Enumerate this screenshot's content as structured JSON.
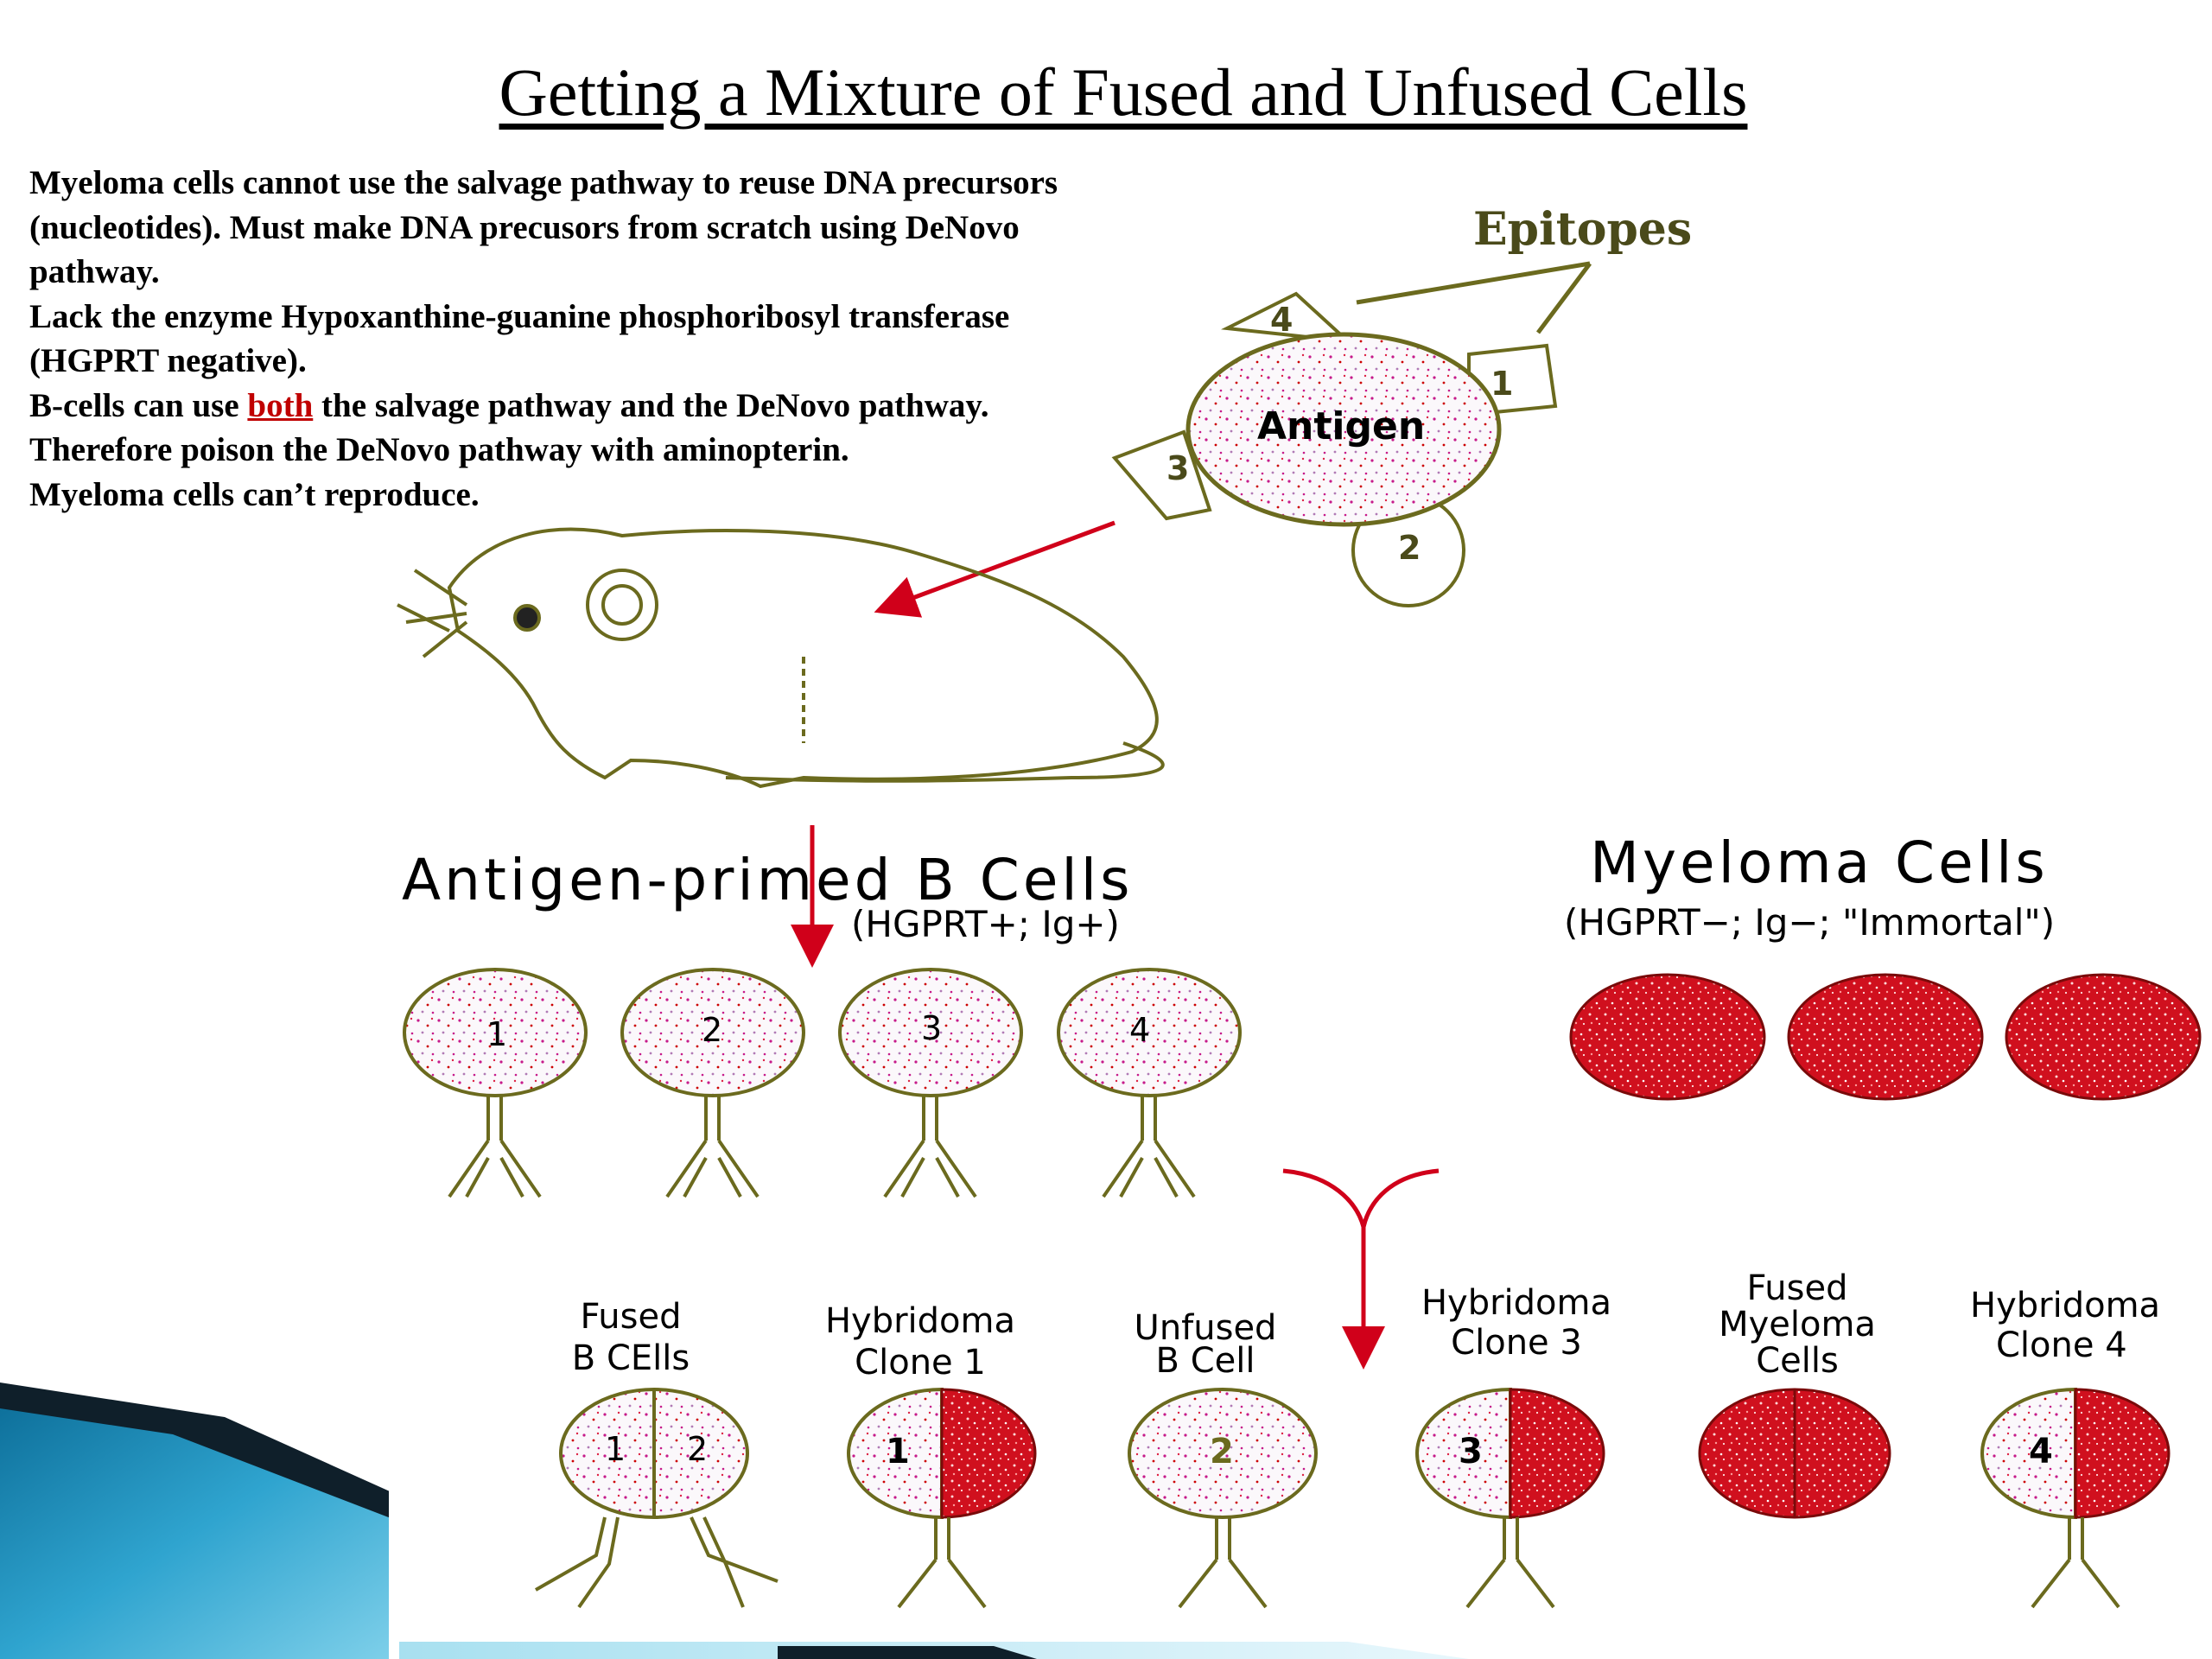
{
  "slide": {
    "title": "Getting a Mixture of Fused and Unfused Cells",
    "paragraphs": [
      "Myeloma cells cannot use the salvage pathway to reuse DNA precursors",
      "(nucleotides). Must make DNA precusors from scratch using DeNovo",
      "pathway.",
      "Lack the enzyme Hypoxanthine-guanine phosphoribosyl transferase",
      "(HGPRT negative).",
      "B-cells can use ",
      "both",
      " the salvage pathway and the DeNovo pathway.",
      "Therefore poison the DeNovo pathway with  aminopterin.",
      " Myeloma cells can’t reproduce."
    ]
  },
  "diagram": {
    "epitopes_label": "Epitopes",
    "antigen_label": "Antigen",
    "epitope_numbers": [
      "4",
      "1",
      "3",
      "2"
    ],
    "bcells_title": "Antigen-primed B Cells",
    "bcells_sub": "(HGPRT+; Ig+)",
    "bcell_numbers": [
      "1",
      "2",
      "3",
      "4"
    ],
    "myeloma_title": "Myeloma Cells",
    "myeloma_sub": "(HGPRT−; Ig−; \"Immortal\")",
    "products": [
      {
        "line1": "Fused",
        "line2": "B CElls",
        "nums": [
          "1",
          "2"
        ]
      },
      {
        "line1": "Hybridoma",
        "line2": "Clone 1",
        "nums": [
          "1"
        ]
      },
      {
        "line1": "Unfused",
        "line2": "B Cell",
        "nums": [
          "2"
        ]
      },
      {
        "line1": "Hybridoma",
        "line2": "Clone 3",
        "nums": [
          "3"
        ]
      },
      {
        "line1": "Fused",
        "line2": "Myeloma",
        "line3": "Cells",
        "nums": []
      },
      {
        "line1": "Hybridoma",
        "line2": "Clone 4",
        "nums": [
          "4"
        ]
      }
    ]
  },
  "colors": {
    "accent_red": "#d0001a",
    "cell_outline": "#6b6a1e",
    "theme_blue": "#2aa0c8"
  }
}
